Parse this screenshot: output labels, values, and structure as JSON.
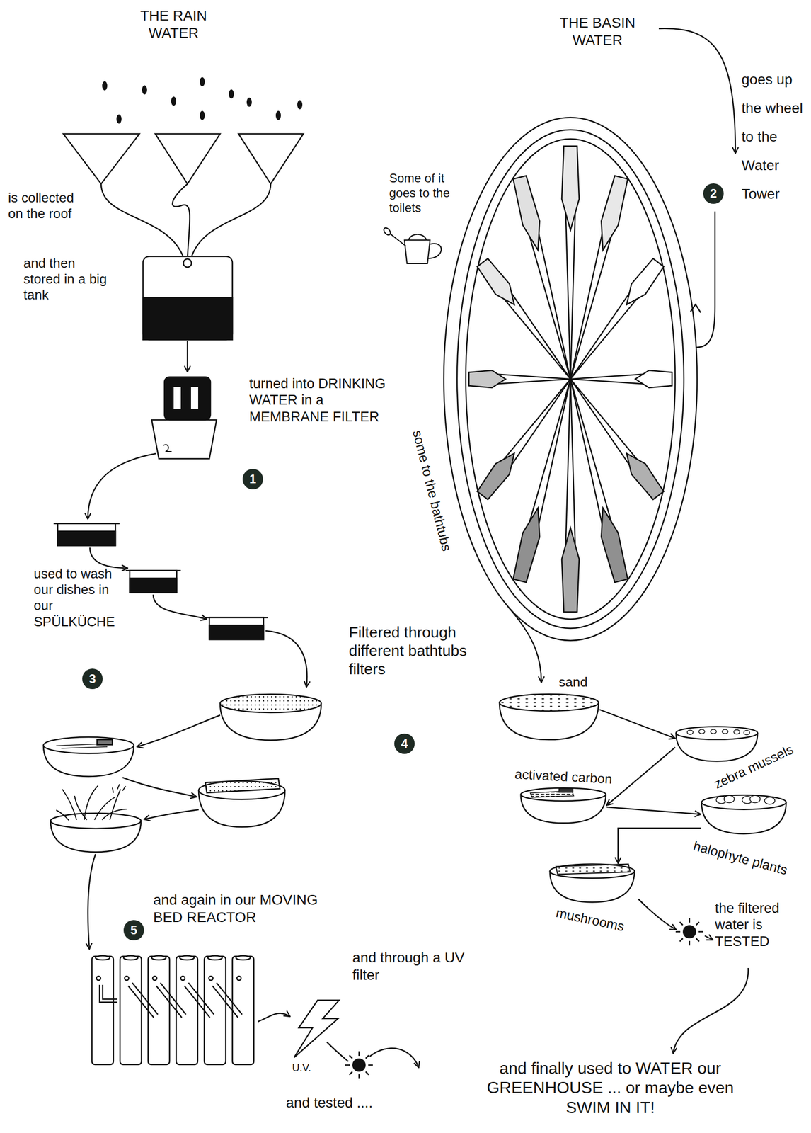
{
  "diagram": {
    "nodes": [
      {
        "text": [
          "sand"
        ]
      },
      {
        "text": [
          "zebra mussels"
        ]
      },
      {
        "text": [
          "activated carbon"
        ]
      },
      {
        "text": [
          "halophyte plants"
        ]
      },
      {
        "text": [
          "mushrooms"
        ]
      }
    ],
    "edges": [
      {
        "from": 0,
        "to": 1,
        "arrow": "to"
      },
      {
        "from": 1,
        "to": 2,
        "arrow": "to"
      },
      {
        "from": 2,
        "to": 3,
        "arrow": "to"
      },
      {
        "from": 3,
        "to": 4,
        "arrow": "to"
      }
    ],
    "labels": [
      "THE RAIN WATER",
      "is collected on the roof",
      "and then stored in a big tank",
      "turned into DRINKING WATER in a MEMBRANE FILTER",
      "1",
      "used to wash our dishes in our SPÜLKÜCHE",
      "3",
      "Filtered through different bathtubs filters",
      "4",
      "and again in our MOVING BED REACTOR",
      "5",
      "and through a UV filter",
      "U.V.",
      "and tested ....",
      "THE BASIN WATER",
      "goes up the wheel to the Water Tower",
      "2",
      "Some of it goes to the toilets",
      "some to the bathtubs",
      "the filtered water is TESTED",
      "and finally used to WATER our GREENHOUSE ... or maybe even SWIM IN IT!"
    ]
  }
}
